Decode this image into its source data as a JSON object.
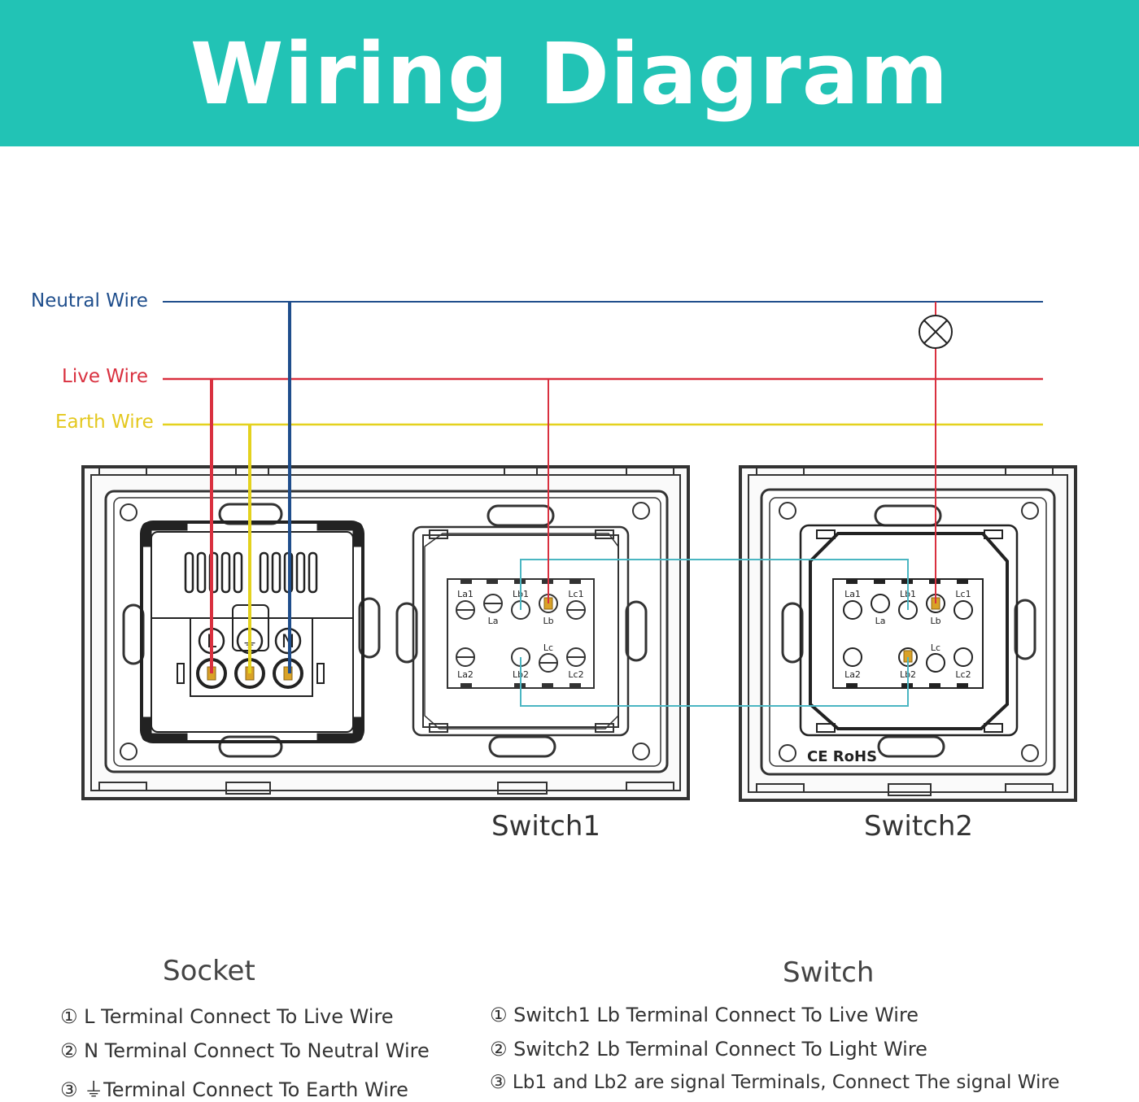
{
  "title": "Wiring Diagram",
  "wires": {
    "neutral_label": "Neutral Wire",
    "live_label": "Live Wire",
    "earth_label": "Earth Wire",
    "neutral_color": "#1f4e8c",
    "live_color": "#d9303f",
    "earth_color": "#e4d21e",
    "signal_color": "#4bb6c2"
  },
  "socket_terminals": [
    "L",
    "⏚",
    "N"
  ],
  "switch_terminals": {
    "la1": "La1",
    "la": "La",
    "lb1": "Lb1",
    "lb": "Lb",
    "lc1": "Lc1",
    "la2": "La2",
    "lb2": "Lb2",
    "lc": "Lc",
    "lc2": "Lc2"
  },
  "certification": "CE RoHS",
  "captions": {
    "switch1": "Switch1",
    "switch2": "Switch2"
  },
  "socket_section": {
    "title": "Socket",
    "notes": [
      "① L Terminal Connect To Live Wire",
      "② N Terminal Connect To Neutral Wire",
      "③ ⏚Terminal Connect To Earth Wire"
    ]
  },
  "switch_section": {
    "title": "Switch",
    "notes": [
      "① Switch1 Lb Terminal Connect To Live Wire",
      "② Switch2 Lb Terminal Connect To Light Wire",
      "③ Lb1 and Lb2 are signal Terminals, Connect The signal Wire"
    ]
  }
}
